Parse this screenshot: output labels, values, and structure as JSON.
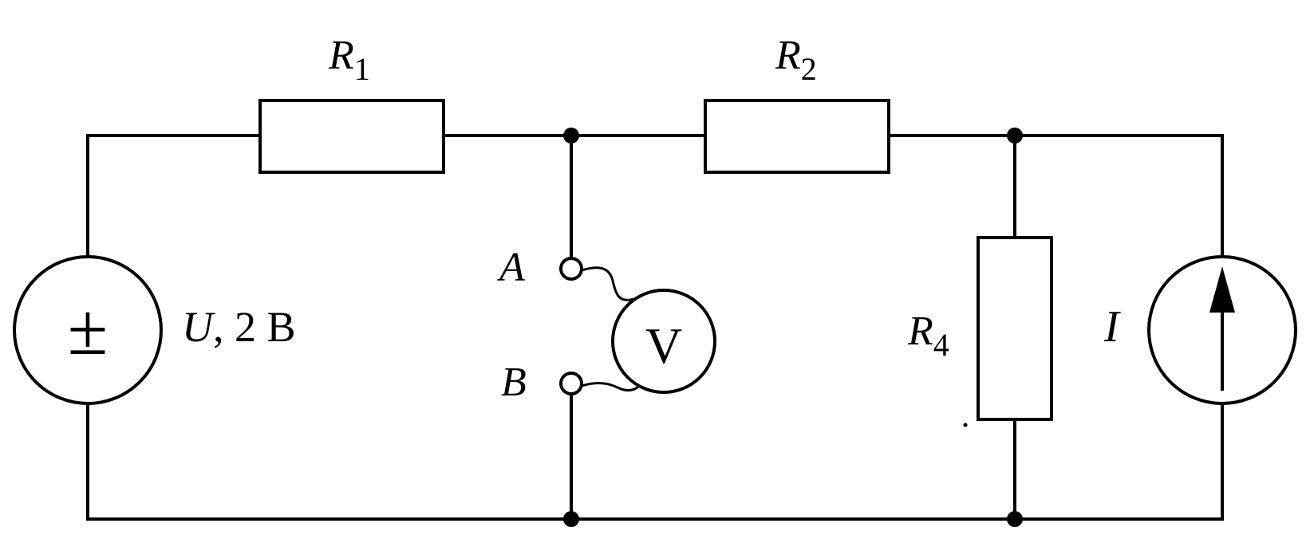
{
  "resistors": [
    {
      "id": "R1",
      "symbol": "R",
      "sub": "1"
    },
    {
      "id": "R2",
      "symbol": "R",
      "sub": "2"
    },
    {
      "id": "R4",
      "symbol": "R",
      "sub": "4"
    }
  ],
  "voltage_source": {
    "symbol": "±",
    "label_var": "U",
    "label_value": ", 2 В"
  },
  "current_source": {
    "label": "I"
  },
  "voltmeter": {
    "label": "V"
  },
  "terminals": {
    "a": "A",
    "b": "B"
  }
}
